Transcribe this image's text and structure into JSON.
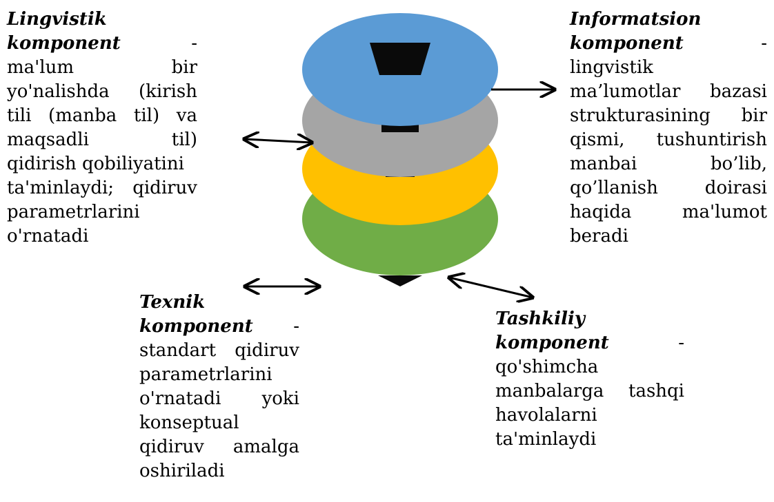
{
  "colors": {
    "layer_blue": "#5B9BD5",
    "layer_gray": "#A5A5A5",
    "layer_yellow": "#FFC000",
    "layer_green": "#70AD47",
    "marker": "#0a0a0a",
    "text": "#000000"
  },
  "components": {
    "lingvistik": {
      "title": "Lingvistik",
      "title2": "komponent",
      "dash": "-",
      "lines": [
        [
          "ma'lum",
          "bir"
        ],
        [
          "yo'nalishda",
          "(kirish"
        ],
        [
          "tili",
          "(manba",
          "til)",
          "va"
        ],
        [
          "maqsadli",
          "til)"
        ],
        [
          "qidirish qobiliyatini"
        ],
        [
          "ta'minlaydi;",
          "qidiruv"
        ],
        [
          "parametrlarini"
        ],
        [
          "o'rnatadi"
        ]
      ]
    },
    "informatsion": {
      "title": "Informatsion",
      "title2": "komponent",
      "dash": "-",
      "lines": [
        [
          "lingvistik"
        ],
        [
          "ma’lumotlar",
          "bazasi"
        ],
        [
          "strukturasining",
          "bir"
        ],
        [
          "qismi,",
          "tushuntirish"
        ],
        [
          "manbai",
          "bo’lib,"
        ],
        [
          "qo’llanish",
          "doirasi"
        ],
        [
          "haqida",
          "ma'lumot"
        ],
        [
          "beradi"
        ]
      ]
    },
    "texnik": {
      "title": "Texnik",
      "title2": "komponent",
      "dash": "-",
      "lines": [
        [
          "standart",
          "qidiruv"
        ],
        [
          "parametrlarini"
        ],
        [
          "o'rnatadi",
          "yoki"
        ],
        [
          "konseptual"
        ],
        [
          "qidiruv",
          "amalga"
        ],
        [
          "oshiriladi"
        ]
      ]
    },
    "tashkiliy": {
      "title": "Tashkiliy",
      "title2": "komponent",
      "dash": "-",
      "lines": [
        [
          "qo'shimcha"
        ],
        [
          "manbalarga",
          "tashqi"
        ],
        [
          "havolalarni"
        ],
        [
          "ta'minlaydi"
        ]
      ]
    }
  }
}
